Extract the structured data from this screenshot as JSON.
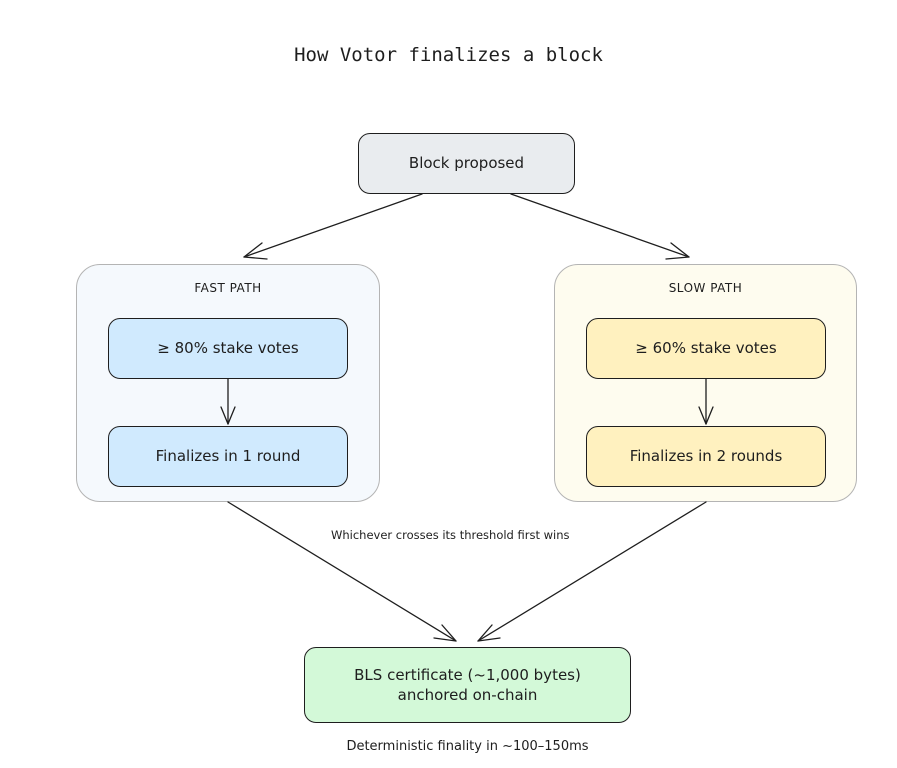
{
  "title": "How Votor finalizes a block",
  "start": {
    "label": "Block proposed"
  },
  "fast_path": {
    "label": "FAST PATH",
    "threshold": "≥ 80% stake votes",
    "result": "Finalizes in 1 round"
  },
  "slow_path": {
    "label": "SLOW PATH",
    "threshold": "≥ 60% stake votes",
    "result": "Finalizes in 2 rounds"
  },
  "race_note": "Whichever crosses its threshold first wins",
  "certificate": {
    "line1": "BLS certificate (~1,000 bytes)",
    "line2": "anchored on-chain"
  },
  "footnote": "Deterministic finality in ~100–150ms",
  "colors": {
    "stroke": "#1e1e1e",
    "start_fill": "#e9ecef",
    "fast_fill": "#d0eafe",
    "slow_fill": "#fff1bf",
    "cert_fill": "#d3f9d8",
    "fast_group_fill": "#f5f9fd",
    "slow_group_fill": "#fefcef"
  }
}
